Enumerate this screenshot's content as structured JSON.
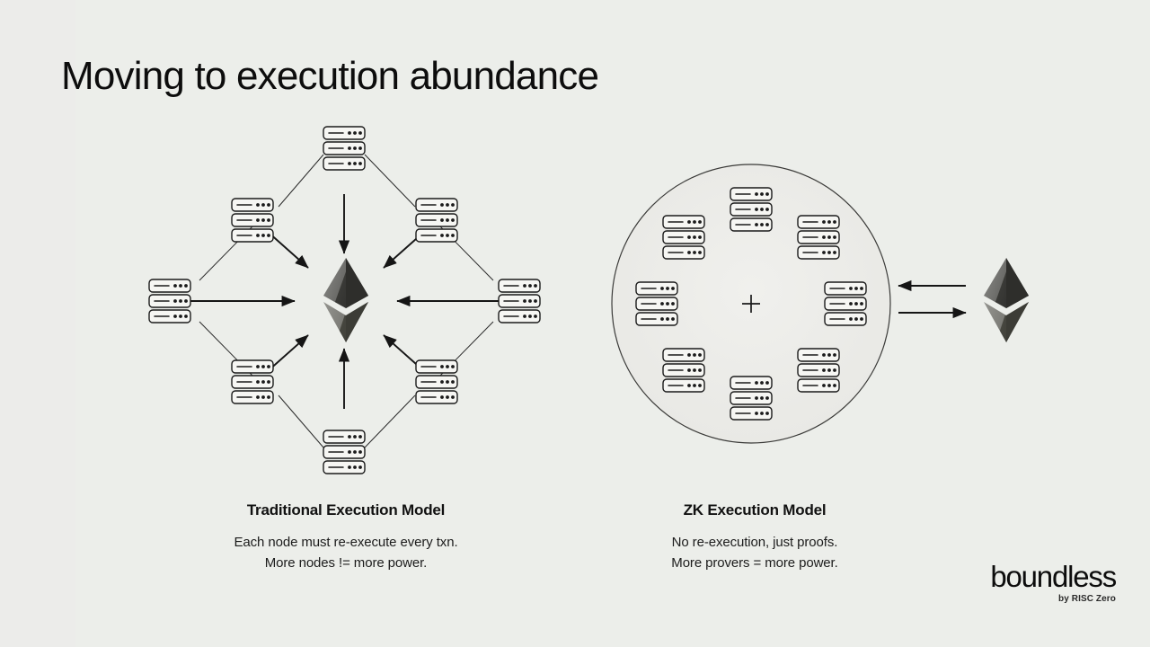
{
  "slide": {
    "title": "Moving to execution abundance",
    "background_color": "#ececea",
    "content_plate_color": "#eceeea",
    "ink_color": "#1a1a1a"
  },
  "panels": {
    "traditional": {
      "caption_title": "Traditional Execution Model",
      "caption_line_1": "Each node must re-execute every txn.",
      "caption_line_2": "More nodes != more power.",
      "layout": "diamond",
      "node_count": 8,
      "node_icon": "server-stack-icon",
      "center_icon": "ethereum-logo",
      "arrow_direction": "inward",
      "arrow_count": 8
    },
    "zk": {
      "caption_title": "ZK Execution Model",
      "caption_line_1": "No re-execution, just proofs.",
      "caption_line_2": "More provers = more power.",
      "layout": "circle",
      "node_count": 8,
      "node_icon": "server-stack-icon",
      "center_icon": "plus-mark",
      "external_icon": "ethereum-logo",
      "arrow_count": 2,
      "arrow_labels": [
        "arrow-left-to-circle",
        "arrow-right-to-ethereum"
      ]
    }
  },
  "logo": {
    "wordmark": "boundless",
    "tagline": "by RISC Zero"
  }
}
